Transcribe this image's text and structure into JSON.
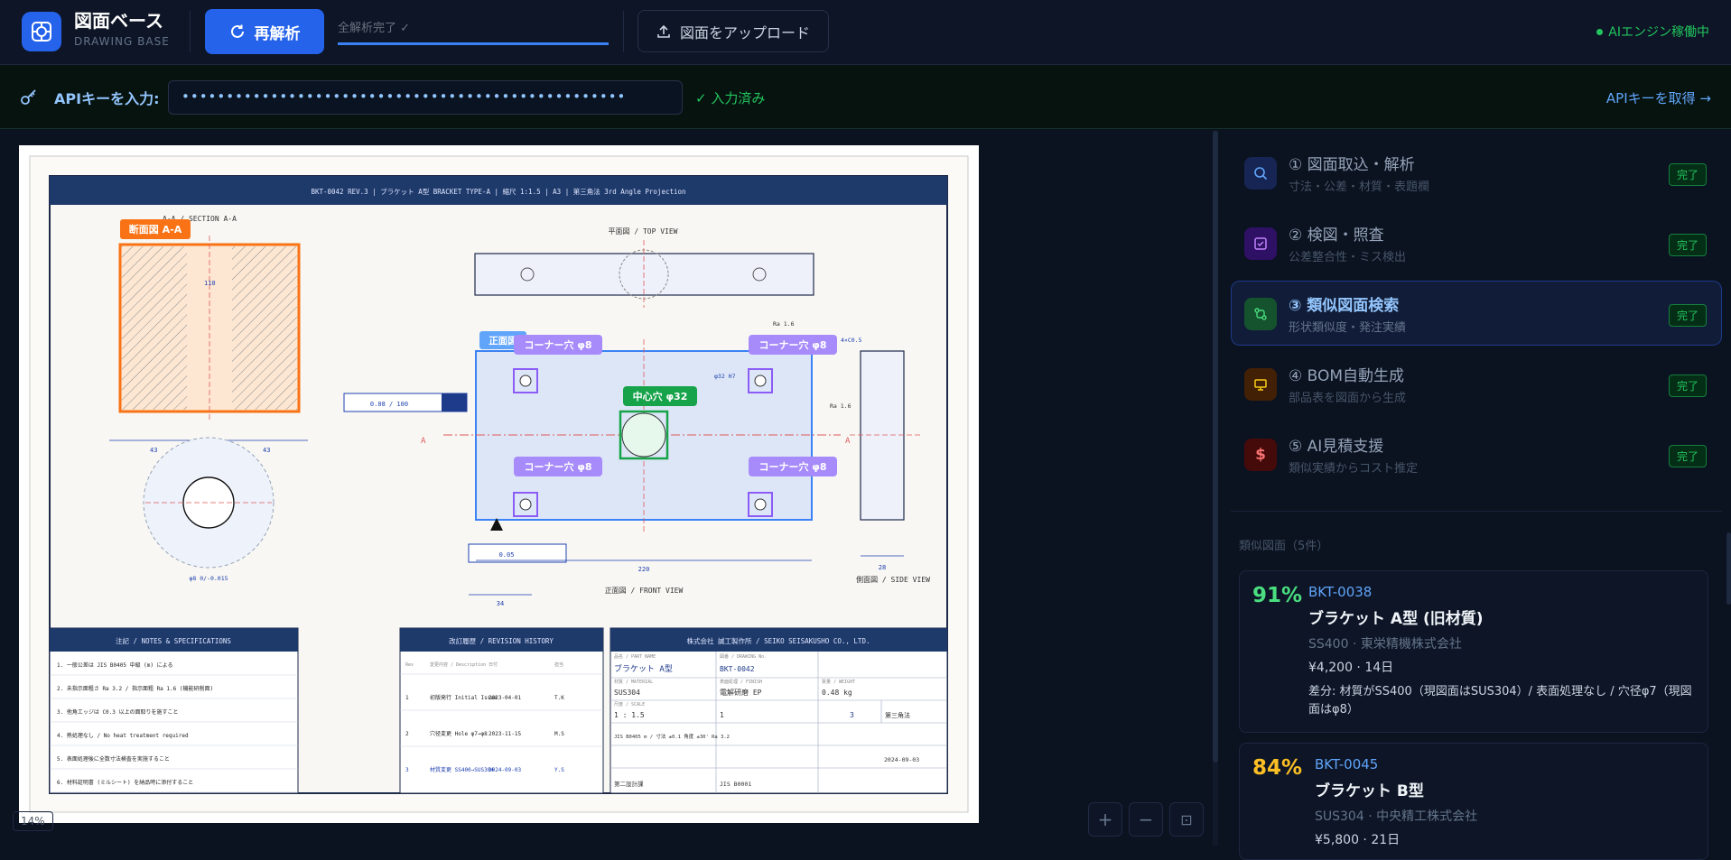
{
  "header": {
    "title": "図面ベース",
    "subtitle": "DRAWING BASE",
    "reanalyze_label": "再解析",
    "progress_label": "全解析完了 ✓",
    "progress": 1.0,
    "upload_label": "図面をアップロード",
    "engine_status": "AIエンジン稼働中"
  },
  "api": {
    "label": "APIキーを入力:",
    "value": "••••••••••••••••••••••••••••••••••••••••••••••••••",
    "status": "✓ 入力済み",
    "get_link": "APIキーを取得 →"
  },
  "viewer": {
    "zoom": "14%",
    "zoom_in": "+",
    "zoom_out": "−",
    "fit": "⊡"
  },
  "drawing": {
    "title_strip": "BKT-0042  REV.3  |  ブラケット A型  BRACKET TYPE-A  |  縮尺 1:1.5  |  A3  |  第三角法  3rd Angle Projection",
    "section_label": "断面図 A-A",
    "section_title": "A-A  /  SECTION A-A",
    "top_view": "平面図  /  TOP VIEW",
    "front_badge": "正面図",
    "front_view": "正面図  /  FRONT VIEW",
    "side_view": "側面図  /  SIDE VIEW",
    "hole_tl": "コーナー穴 φ8",
    "hole_tr": "コーナー穴 φ8",
    "hole_bl": "コーナー穴 φ8",
    "hole_br": "コーナー穴 φ8",
    "hole_center": "中心穴 φ32",
    "tol_box": "0.08 / 100",
    "flat_box": "0.05",
    "dim_220": "220",
    "dim_28": "28",
    "dim_34": "34",
    "dim_43a": "43",
    "dim_43b": "43",
    "dim_110": "110",
    "cut_a1": "A",
    "cut_a2": "A",
    "ra_note1": "Ra 1.6",
    "ra_note2": "Ra 1.6",
    "chamfer": "4×C0.5",
    "phi32": "φ32 H7",
    "detail_phi": "φ8  0/-0.015",
    "notes_title": "注記  /  NOTES & SPECIFICATIONS",
    "notes": [
      "1. 一般公差は JIS B0405 中級 (m) による",
      "2. 未指示面粗さ Ra 3.2 / 指示面粗 Ra 1.6 (機能研削面)",
      "3. 他角エッジは C0.3 以上の面取りを施すこと",
      "4. 熱処理なし / No heat treatment required",
      "5. 表面処理後に全数寸法検査を実施すること",
      "6. 材料証明書 (ミルシート) を納品時に添付すること"
    ],
    "rev_title": "改訂履歴  /  REVISION HISTORY",
    "rev_headers": [
      "Rev",
      "変更内容 / Description",
      "日付",
      "担当"
    ],
    "revisions": [
      [
        "1",
        "初版発行  Initial Issue",
        "2023-04-01",
        "T.K"
      ],
      [
        "2",
        "穴径変更  Hole φ7→φ8",
        "2023-11-15",
        "M.S"
      ],
      [
        "3",
        "材質変更  SS400→SUS304",
        "2024-09-03",
        "Y.S"
      ]
    ],
    "company": "株式会社 誠工製作所  /  SEIKO SEISAKUSHO CO., LTD.",
    "tb_part_name_label": "品名 / PART NAME",
    "tb_part_name": "ブラケット A型",
    "tb_dwg_label": "図番 / DRAWING No.",
    "tb_dwg": "BKT-0042",
    "tb_mat_label": "材質 / MATERIAL",
    "tb_mat": "SUS304",
    "tb_finish_label": "表面処理 / FINISH",
    "tb_finish": "電解研磨 EP",
    "tb_weight_label": "質量 / WEIGHT",
    "tb_weight": "0.48 kg",
    "tb_scale_label": "尺度 / SCALE",
    "tb_scale": "1 : 1.5",
    "tb_qty": "1",
    "tb_rev": "3",
    "tb_proj": "第三角法",
    "tb_tol": "JIS B0405 m / 寸法 ±0.1  角度 ±30'  Ra 3.2",
    "tb_date": "2024-09-03",
    "tb_dept": "第二設計課",
    "tb_cust": "JIS B0001"
  },
  "steps": [
    {
      "title": "① 図面取込・解析",
      "sub": "寸法・公差・材質・表題欄",
      "badge": "完了"
    },
    {
      "title": "② 検図・照査",
      "sub": "公差整合性・ミス検出",
      "badge": "完了"
    },
    {
      "title": "③ 類似図面検索",
      "sub": "形状類似度・発注実績",
      "badge": "完了"
    },
    {
      "title": "④ BOM自動生成",
      "sub": "部品表を図面から生成",
      "badge": "完了"
    },
    {
      "title": "⑤ AI見積支援",
      "sub": "類似実績からコスト推定",
      "badge": "完了"
    }
  ],
  "similar": {
    "header": "類似図面（5件）",
    "items": [
      {
        "pct": "91%",
        "code": "BKT-0038",
        "name": "ブラケット A型 (旧材質)",
        "material": "SS400 · 東栄精機株式会社",
        "price": "¥4,200 · 14日",
        "diff": "差分: 材質がSS400（現図面はSUS304）/ 表面処理なし / 穴径φ7（現図面はφ8）"
      },
      {
        "pct": "84%",
        "code": "BKT-0045",
        "name": "ブラケット B型",
        "material": "SUS304 · 中央精工株式会社",
        "price": "¥5,800 · 21日"
      }
    ]
  },
  "colors": {
    "accent": "#2563eb",
    "success": "#22c55e",
    "pct_high": "#4ade80",
    "pct_mid": "#fbbf24",
    "hole_purple": "#8b5cf6",
    "hole_green": "#16a34a",
    "section_orange": "#f97316"
  }
}
